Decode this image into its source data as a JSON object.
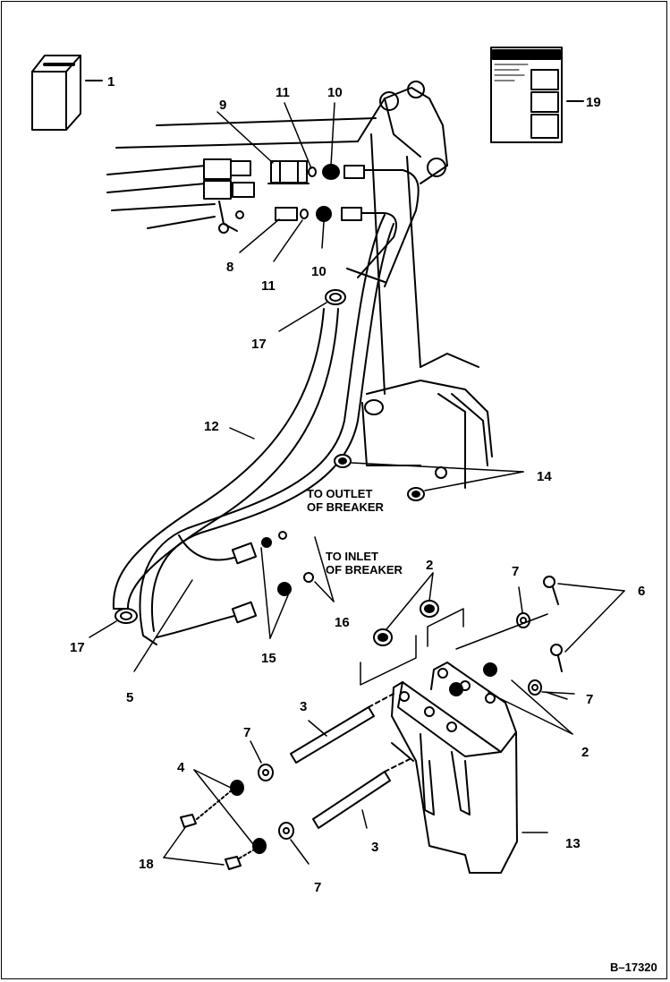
{
  "figure_id": "B–17320",
  "notes": {
    "outlet_line1": "TO OUTLET",
    "outlet_line2": "OF BREAKER",
    "inlet_line1": "TO INLET",
    "inlet_line2": "OF BREAKER"
  },
  "callouts": {
    "c1": "1",
    "c9": "9",
    "c11a": "11",
    "c10a": "10",
    "c19": "19",
    "c8": "8",
    "c11b": "11",
    "c10b": "10",
    "c17a": "17",
    "c12": "12",
    "c14": "14",
    "c2a": "2",
    "c7a": "7",
    "c6": "6",
    "c16": "16",
    "c15": "15",
    "c17b": "17",
    "c5": "5",
    "c7b": "7",
    "c2b": "2",
    "c3a": "3",
    "c7c": "7",
    "c4": "4",
    "c13": "13",
    "c3b": "3",
    "c18": "18",
    "c7d": "7"
  }
}
